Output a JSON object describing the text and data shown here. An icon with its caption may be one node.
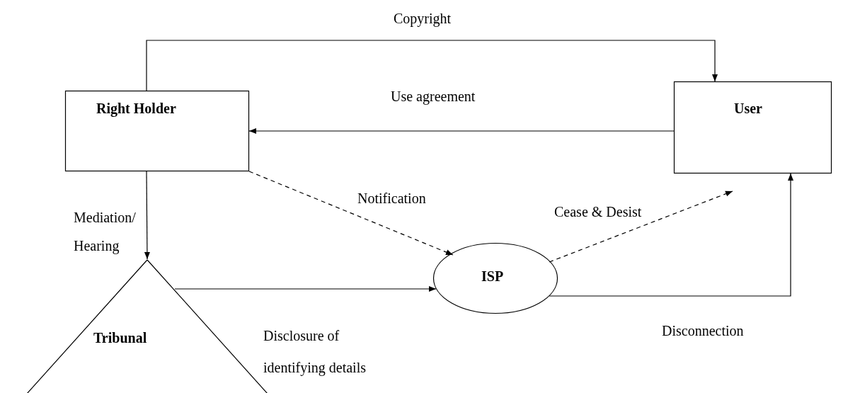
{
  "diagram": {
    "nodes": [
      {
        "text": [
          "Right Holder"
        ]
      },
      {
        "text": [
          "User"
        ]
      },
      {
        "text": [
          "Tribunal"
        ]
      },
      {
        "text": [
          "ISP"
        ]
      }
    ],
    "edges": [
      {
        "from": 0,
        "to": 1,
        "arrow": "to",
        "label": "Copyright"
      },
      {
        "from": 1,
        "to": 0,
        "arrow": "to",
        "label": "Use agreement"
      },
      {
        "from": 0,
        "to": 2,
        "arrow": "to",
        "label": "Mediation/ Hearing"
      },
      {
        "from": 0,
        "to": 3,
        "arrow": "to",
        "label": "Notification",
        "style": "dashed"
      },
      {
        "from": 3,
        "to": 1,
        "arrow": "to",
        "label": "Cease & Desist",
        "style": "dashed"
      },
      {
        "from": 2,
        "to": 3,
        "arrow": "to",
        "label": "Disclosure of identifying details"
      },
      {
        "from": 3,
        "to": 1,
        "arrow": "to",
        "label": "Disconnection"
      }
    ]
  }
}
